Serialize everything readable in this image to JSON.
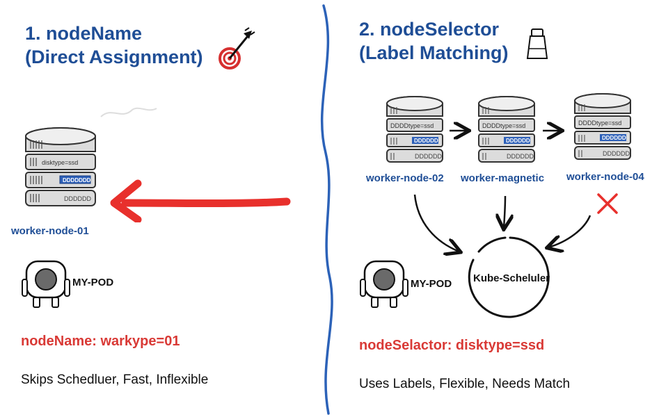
{
  "left": {
    "title_line1": "1. nodeName",
    "title_line2": "(Direct Assignment)",
    "icon": "bullseye-dart-icon",
    "server": {
      "label": "worker-node-01",
      "disk_label": "disktype=ssd",
      "badge": "DDDDDDD",
      "tag": "DDDDDD"
    },
    "pod_label": "MY-POD",
    "rule": "nodeName: warkype=01",
    "summary": "Skips Schedluer, Fast, Inflexible",
    "arrow_color": "#e8302c"
  },
  "right": {
    "title_line1": "2. nodeSelector",
    "title_line2": "(Label Matching)",
    "icon": "label-bottle-icon",
    "servers": [
      {
        "label": "worker-node-02",
        "disk_label": "DDDDtype=ssd",
        "badge": "DDDDDD",
        "tag": "DDDDDD"
      },
      {
        "label": "worker-magnetic",
        "disk_label": "DDDDtype=ssd",
        "badge": "DDDDDD",
        "tag": "DDDDDD"
      },
      {
        "label": "worker-node-04",
        "disk_label": "DDDDtype=ssd",
        "badge": "DDDDDD",
        "tag": "DDDDDD"
      }
    ],
    "scheduler_label": "Kube-Scheluler",
    "pod_label": "MY-POD",
    "rule": "nodeSelactor: disktype=ssd",
    "summary": "Uses Labels, Flexible, Needs Match",
    "reject_color": "#e8302c"
  },
  "colors": {
    "title_blue": "#1f4e96",
    "rule_red": "#d93a36",
    "divider_blue": "#2c62b8"
  }
}
